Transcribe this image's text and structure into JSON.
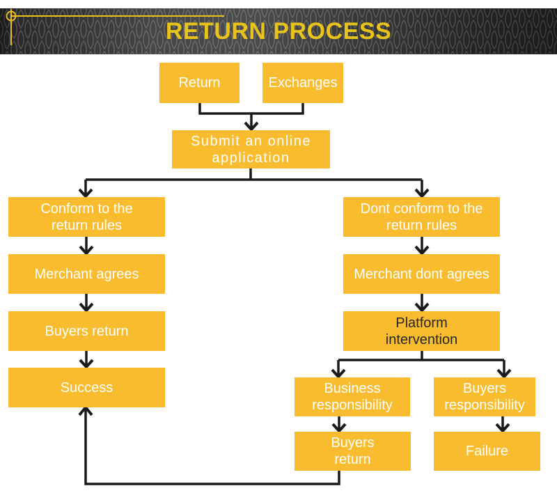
{
  "header": {
    "title": "RETURN PROCESS"
  },
  "colors": {
    "box_gold": "#F9BC2F",
    "title_yellow": "#E8C31A",
    "band_dark": "#262626",
    "mesh_line_gray": "#505050",
    "arrow_black": "#1A1A1A",
    "box_text_white": "#FFFFFF",
    "box_text_dark": "#262626",
    "page_background": "#FFFFFF"
  },
  "nodes": {
    "return": {
      "label": "Return"
    },
    "exchanges": {
      "label": "Exchanges"
    },
    "submit": {
      "label": "Submit an online\napplication"
    },
    "conform": {
      "label": "Conform to the\nreturn rules"
    },
    "merchant_agrees": {
      "label": "Merchant agrees"
    },
    "buyers_return_left": {
      "label": "Buyers return"
    },
    "success": {
      "label": "Success"
    },
    "dont_conform": {
      "label": "Dont conform to the\nreturn rules"
    },
    "merchant_dont_agrees": {
      "label": "Merchant dont agrees"
    },
    "platform_intervention": {
      "label": "Platform\nintervention"
    },
    "business_responsibility": {
      "label": "Business\nresponsibility"
    },
    "buyers_responsibility": {
      "label": "Buyers\nresponsibility"
    },
    "buyers_return_right": {
      "label": "Buyers\nreturn"
    },
    "failure": {
      "label": "Failure"
    }
  },
  "edges": [
    {
      "from": "return",
      "to": "submit"
    },
    {
      "from": "exchanges",
      "to": "submit"
    },
    {
      "from": "submit",
      "to": "conform"
    },
    {
      "from": "submit",
      "to": "dont_conform"
    },
    {
      "from": "conform",
      "to": "merchant_agrees"
    },
    {
      "from": "merchant_agrees",
      "to": "buyers_return_left"
    },
    {
      "from": "buyers_return_left",
      "to": "success"
    },
    {
      "from": "dont_conform",
      "to": "merchant_dont_agrees"
    },
    {
      "from": "merchant_dont_agrees",
      "to": "platform_intervention"
    },
    {
      "from": "platform_intervention",
      "to": "business_responsibility"
    },
    {
      "from": "platform_intervention",
      "to": "buyers_responsibility"
    },
    {
      "from": "business_responsibility",
      "to": "buyers_return_right"
    },
    {
      "from": "buyers_responsibility",
      "to": "failure"
    },
    {
      "from": "buyers_return_right",
      "to": "success"
    }
  ]
}
